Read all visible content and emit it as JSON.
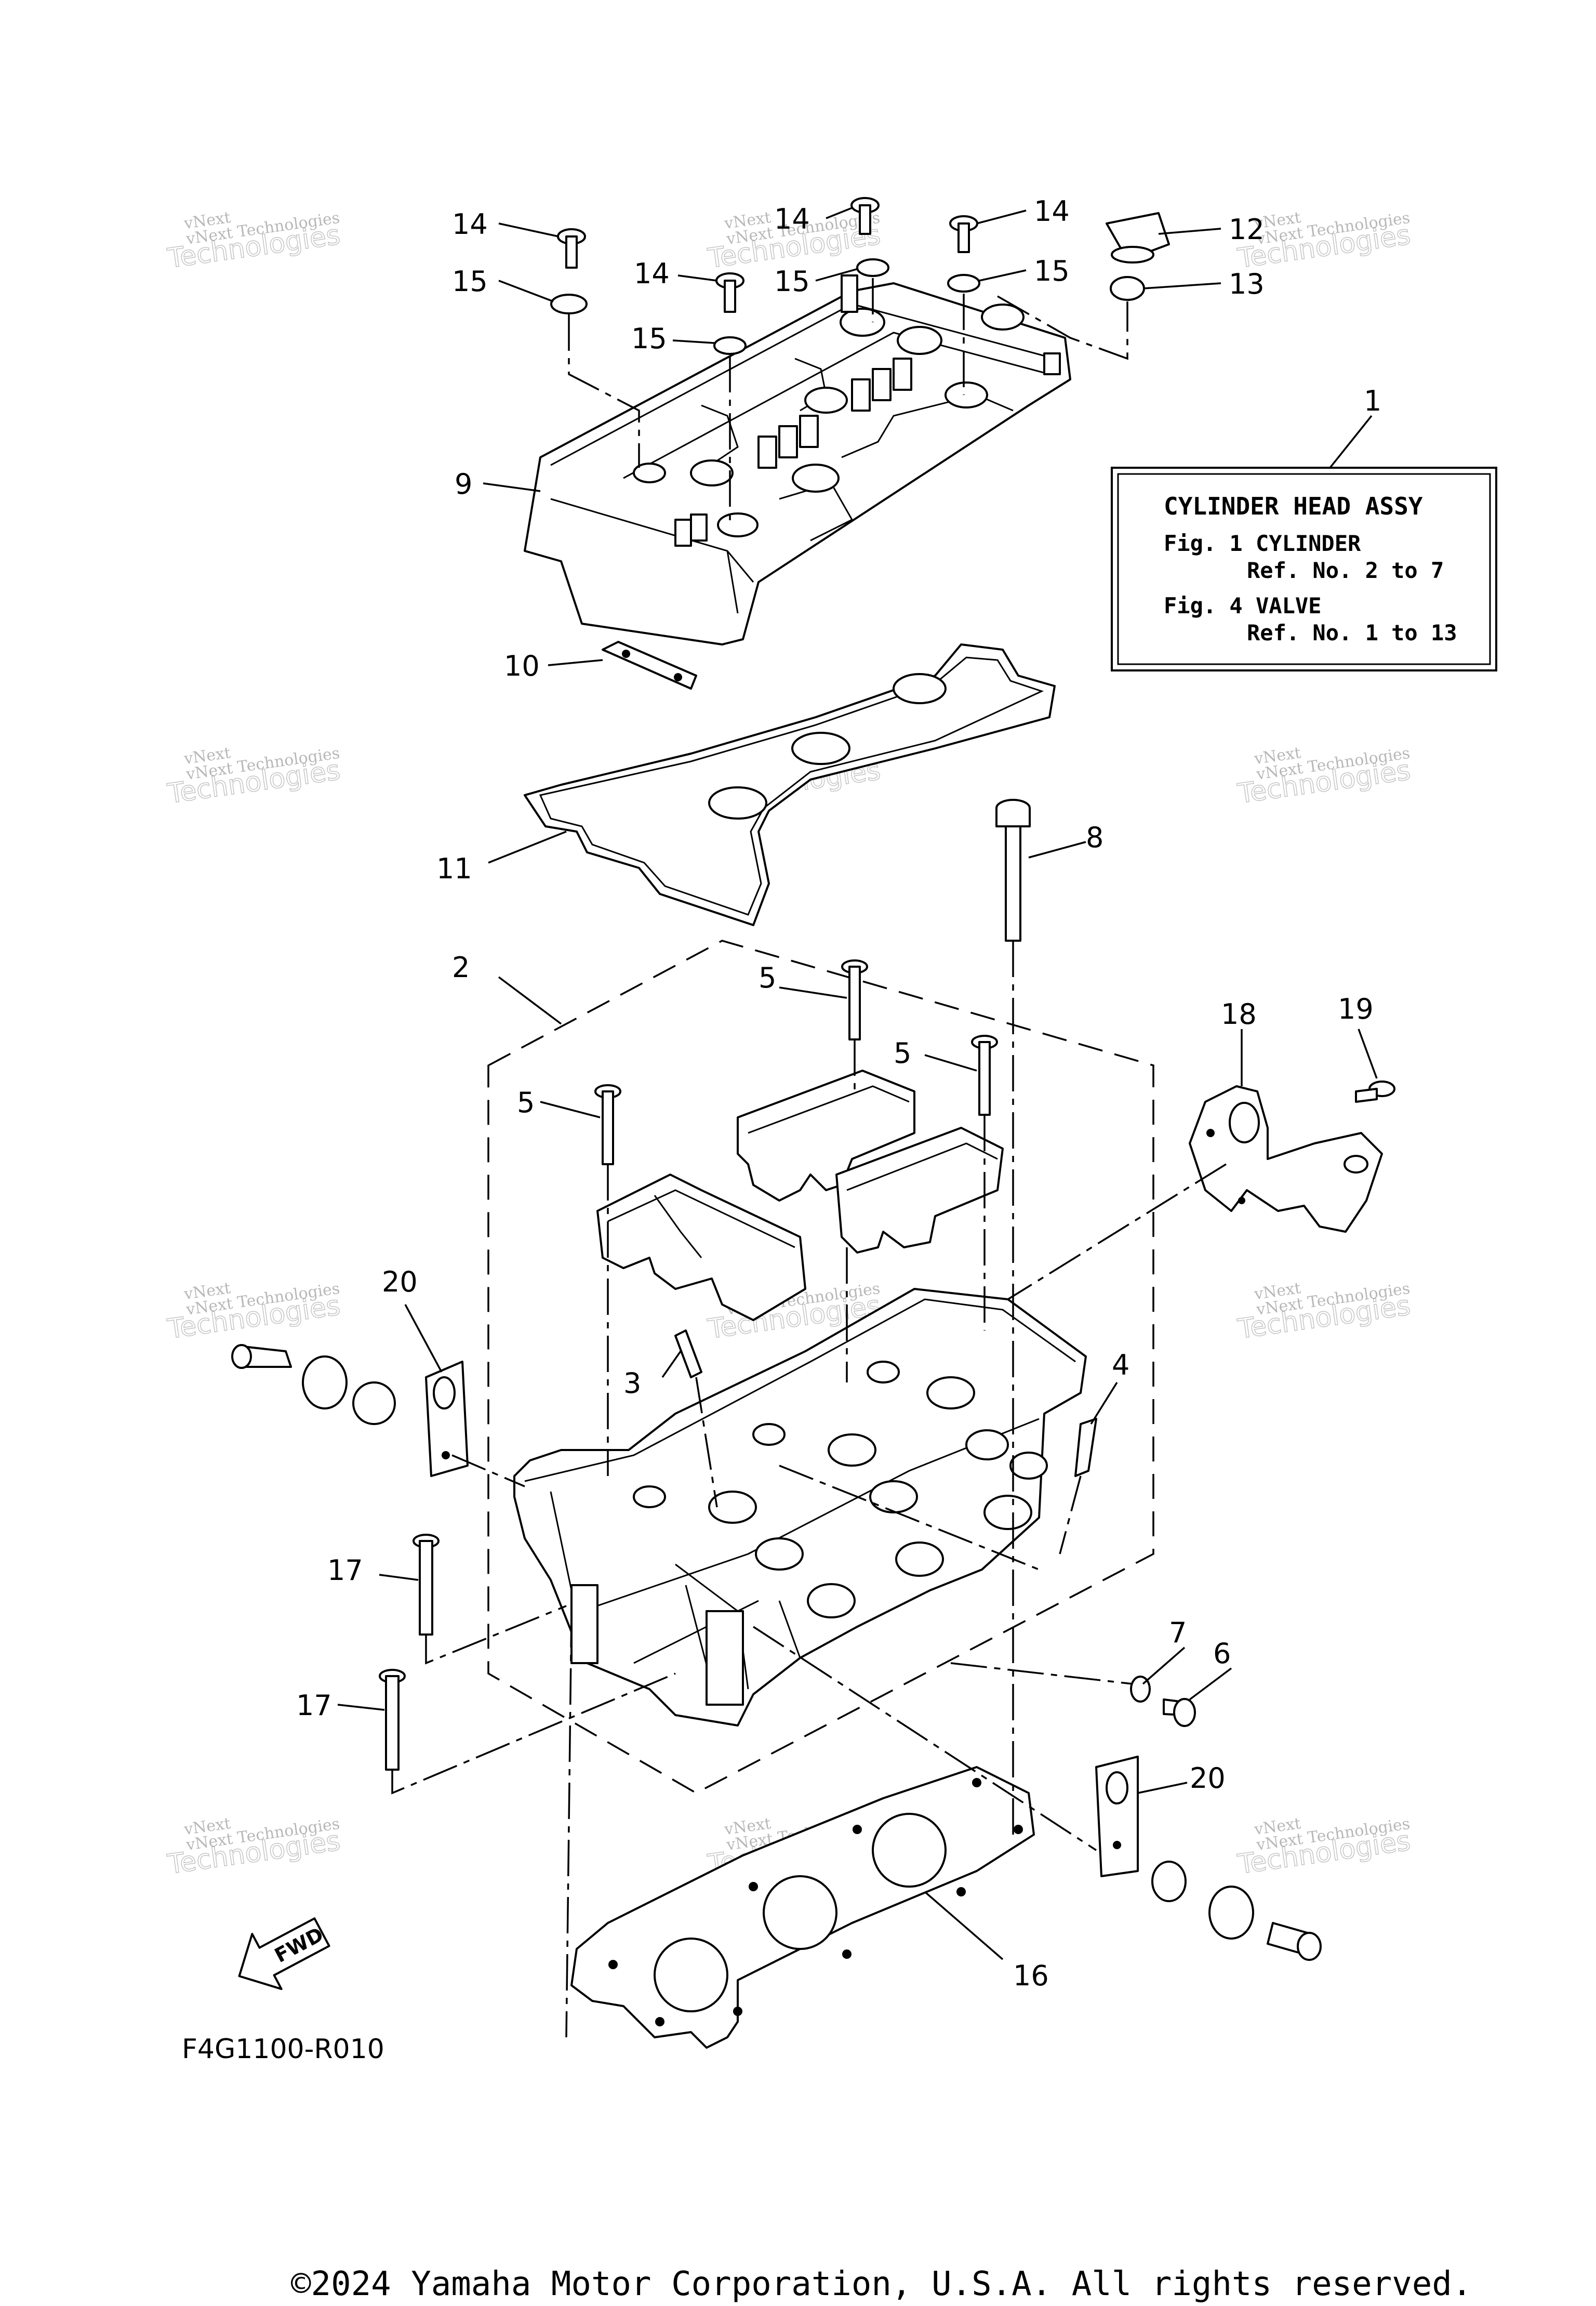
{
  "legend": {
    "title": "CYLINDER HEAD ASSY",
    "line1": "Fig. 1 CYLINDER",
    "line2": "Ref. No. 2 to 7",
    "line3": "Fig. 4 VALVE",
    "line4": "Ref. No. 1 to 13"
  },
  "refs": {
    "r1": "1",
    "r2": "2",
    "r3": "3",
    "r4": "4",
    "r5a": "5",
    "r5b": "5",
    "r5c": "5",
    "r6": "6",
    "r7": "7",
    "r8": "8",
    "r9": "9",
    "r10": "10",
    "r11": "11",
    "r12": "12",
    "r13": "13",
    "r14a": "14",
    "r14b": "14",
    "r14c": "14",
    "r14d": "14",
    "r15a": "15",
    "r15b": "15",
    "r15c": "15",
    "r15d": "15",
    "r16": "16",
    "r17a": "17",
    "r17b": "17",
    "r18": "18",
    "r19": "19",
    "r20a": "20",
    "r20b": "20"
  },
  "diagram_code": "F4G1100-R010",
  "fwd_label": "FWD",
  "watermark": {
    "line1": "vNext",
    "line2": "vNext Technologies",
    "line3": "Technologies"
  },
  "copyright": "©2024 Yamaha Motor Corporation, U.S.A. All rights reserved."
}
